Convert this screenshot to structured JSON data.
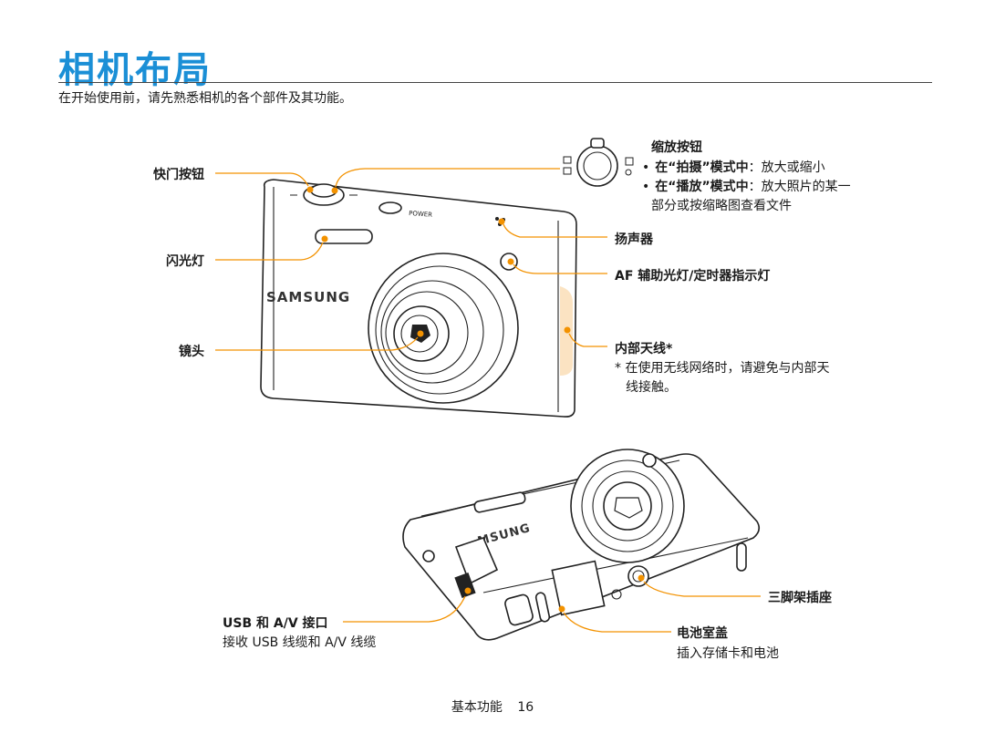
{
  "page": {
    "title": "相机布局",
    "subtitle": "在开始使用前，请先熟悉相机的各个部件及其功能。",
    "footer_section": "基本功能",
    "footer_page": "16"
  },
  "front_labels": {
    "shutter": "快门按钮",
    "flash": "闪光灯",
    "lens": "镜头",
    "zoom_title": "缩放按钮",
    "zoom_item1_bold": "在“拍摄”模式中",
    "zoom_item1_text": "：放大或缩小",
    "zoom_item2_bold": "在“播放”模式中",
    "zoom_item2_text": "：放大照片的某一",
    "zoom_item2_cont": "部分或按缩略图查看文件",
    "speaker": "扬声器",
    "af_lamp": "AF 辅助光灯/定时器指示灯",
    "antenna": "内部天线*",
    "antenna_note1": "* 在使用无线网络时，请避免与内部天",
    "antenna_note2": "线接触。",
    "brand": "SAMSUNG",
    "power": "POWER"
  },
  "back_labels": {
    "usb_av": "USB 和 A/V 接口",
    "usb_av_desc": "接收 USB 线缆和 A/V 线缆",
    "tripod": "三脚架插座",
    "battery": "电池室盖",
    "battery_desc": "插入存储卡和电池",
    "brand": "MSUNG"
  },
  "colors": {
    "title": "#1b8fd6",
    "callout": "#f39200",
    "antenna_zone": "#fbe3c2"
  }
}
